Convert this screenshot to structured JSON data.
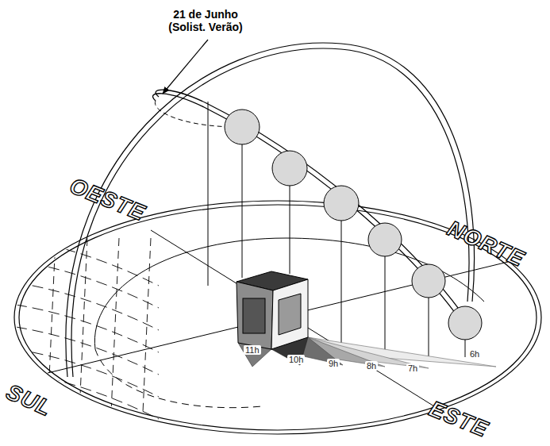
{
  "diagram": {
    "labels": [
      "21 de Junho (Solist. Verão)",
      "OESTE",
      "NORTE",
      "SUL",
      "ESTE",
      "11h",
      "10h",
      "9h",
      "8h",
      "7h",
      "6h"
    ]
  }
}
